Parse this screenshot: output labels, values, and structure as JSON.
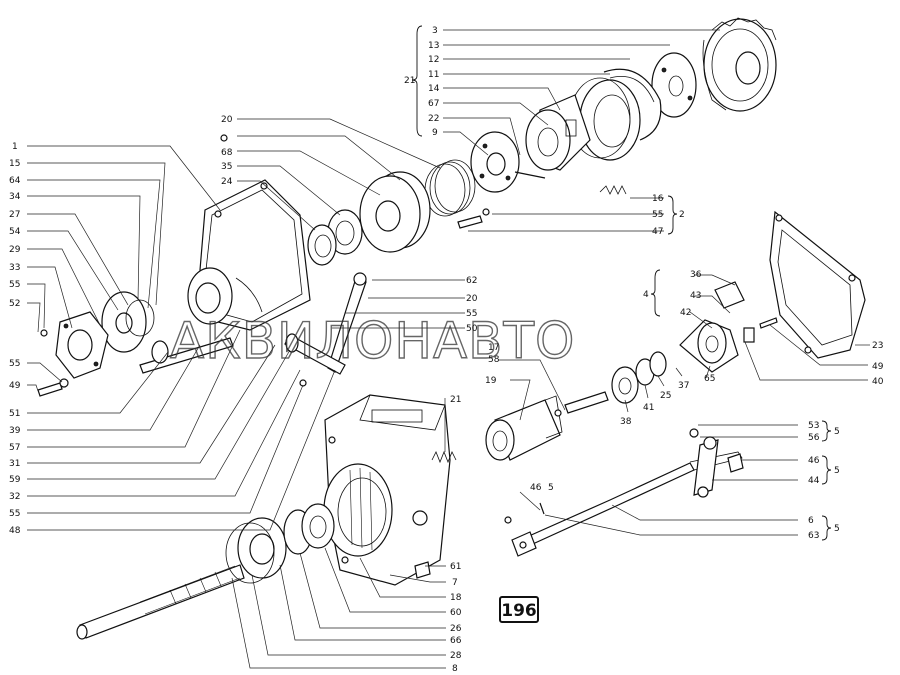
{
  "watermark": "АКВИЛОНАВТО",
  "plate_number": "196",
  "labels": {
    "l_3": "3",
    "l_13": "13",
    "l_12": "12",
    "l_21a": "21",
    "l_11": "11",
    "l_14": "14",
    "l_67": "67",
    "l_22": "22",
    "l_9": "9",
    "l_20a": "20",
    "l_68": "68",
    "l_35": "35",
    "l_24": "24",
    "l_1": "1",
    "l_15": "15",
    "l_64": "64",
    "l_34": "34",
    "l_27": "27",
    "l_54": "54",
    "l_29": "29",
    "l_33": "33",
    "l_55a": "55",
    "l_52": "52",
    "l_55b": "55",
    "l_49a": "49",
    "l_51": "51",
    "l_39": "39",
    "l_57": "57",
    "l_31": "31",
    "l_59": "59",
    "l_32": "32",
    "l_55c": "55",
    "l_48": "48",
    "l_16": "16",
    "l_55d": "55",
    "l_2": "2",
    "l_47": "47",
    "l_62": "62",
    "l_20b": "20",
    "l_55e": "55",
    "l_50": "50",
    "l_36": "36",
    "l_4": "4",
    "l_43": "43",
    "l_42": "42",
    "l_23": "23",
    "l_49b": "49",
    "l_40": "40",
    "l_17": "17",
    "l_58": "58",
    "l_19": "19",
    "l_38": "38",
    "l_41": "41",
    "l_25": "25",
    "l_37": "37",
    "l_65": "65",
    "l_21b": "21",
    "l_53": "53",
    "l_56": "56",
    "l_5a": "5",
    "l_46a": "46",
    "l_44": "44",
    "l_5b": "5",
    "l_45": "46",
    "l_5c": "5",
    "l_6": "6",
    "l_63": "63",
    "l_5d": "5",
    "l_61": "61",
    "l_7": "7",
    "l_18": "18",
    "l_60": "60",
    "l_26": "26",
    "l_66": "66",
    "l_28": "28",
    "l_8": "8"
  }
}
